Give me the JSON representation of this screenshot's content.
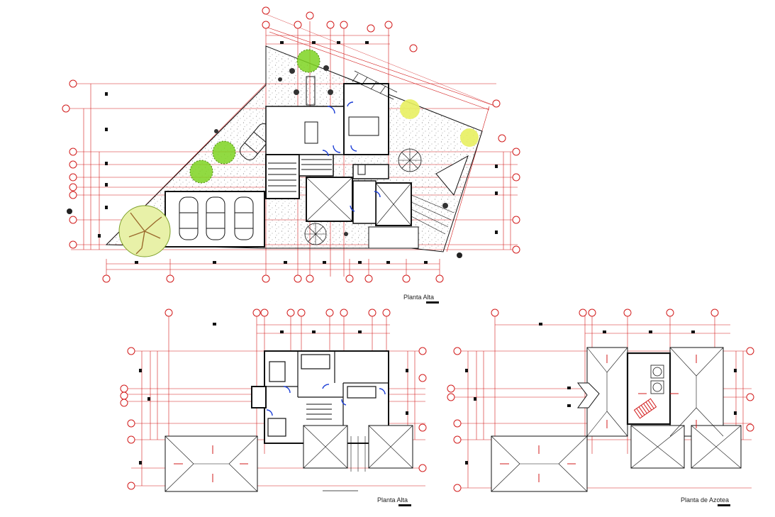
{
  "drawings": [
    {
      "id": "upper",
      "caption": "Planta  Alta"
    },
    {
      "id": "lower-left",
      "caption": "Planta  Alta"
    },
    {
      "id": "lower-right",
      "caption": "Planta de Azotea"
    }
  ],
  "colors": {
    "dimension": "#d21b1b",
    "wall": "#111111",
    "door": "#1d3fd6",
    "tree_green": "#7ed321",
    "tree_yellow": "#e8f060",
    "tree_brown": "#9b6a2d",
    "gravel": "#999999"
  }
}
